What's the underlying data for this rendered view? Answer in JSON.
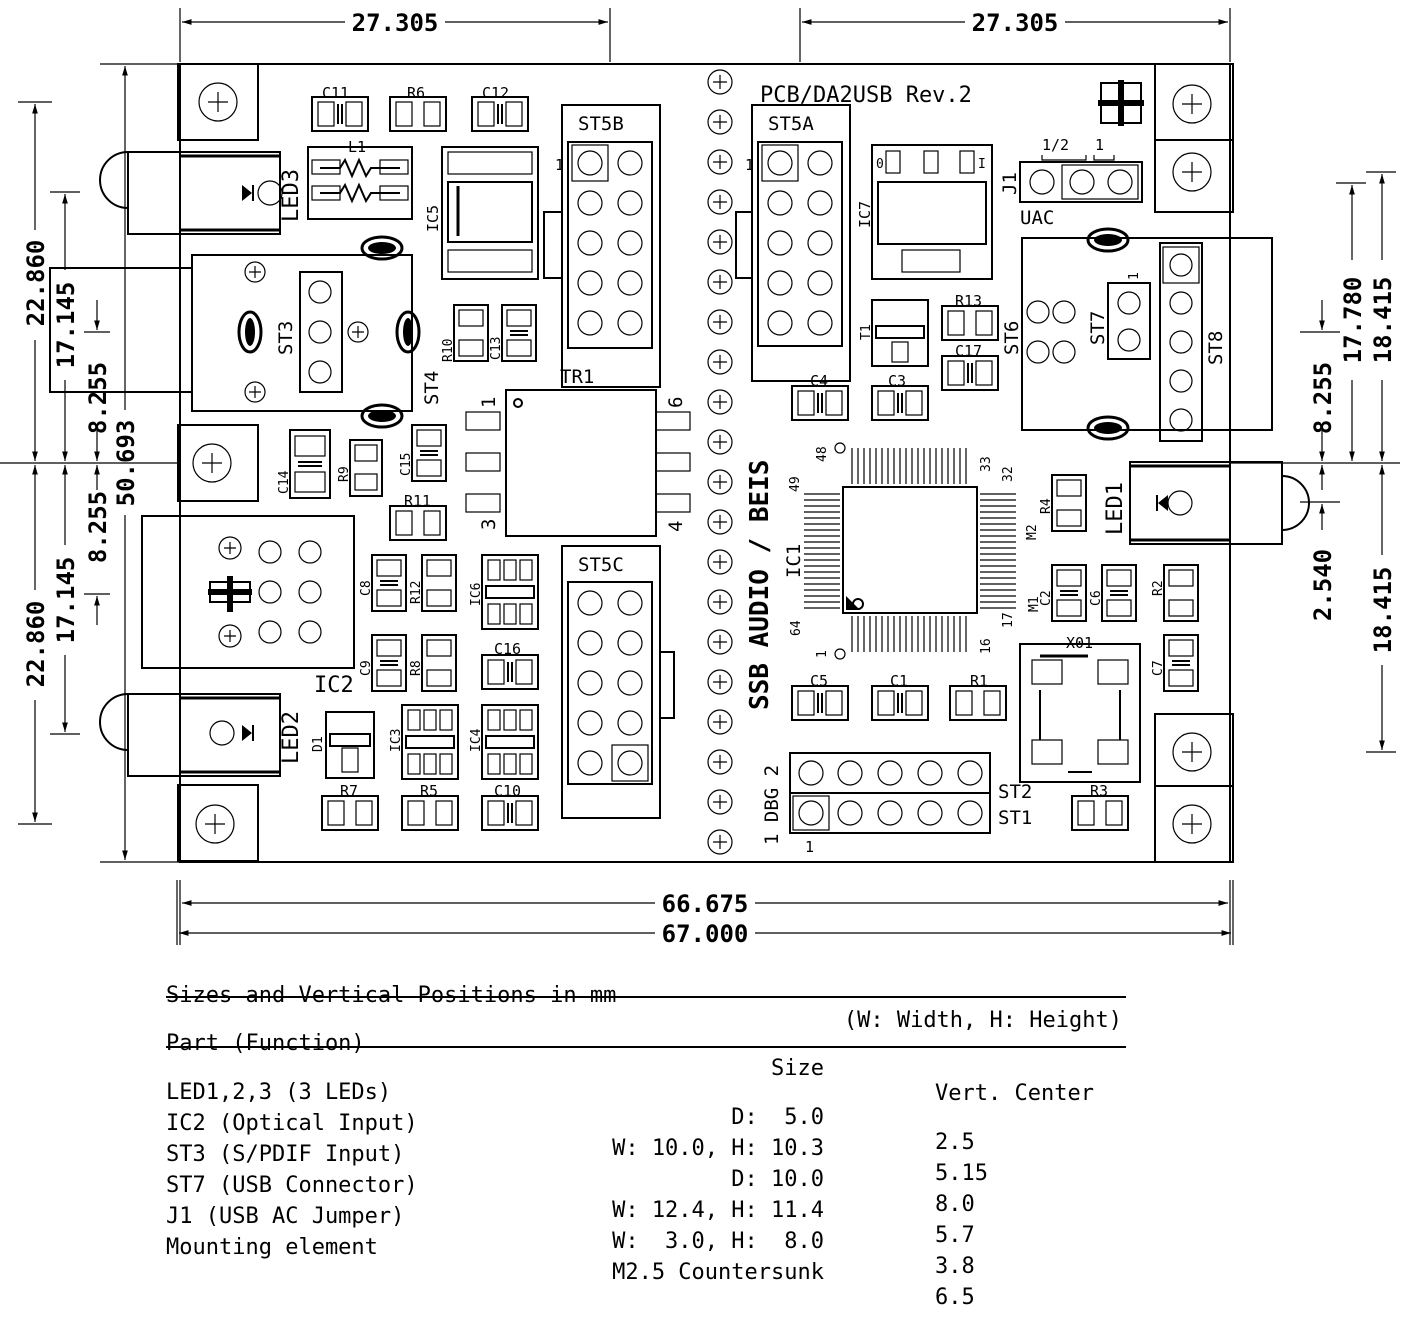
{
  "board": {
    "revision": "PCB/DA2USB  Rev.2",
    "brand": "SSB AUDIO / BEIS",
    "dbg_label": "1 DBG 2",
    "pin1": "1"
  },
  "dimensions": {
    "top_left": "27.305",
    "top_right": "27.305",
    "width_inner": "66.675",
    "width_outer": "67.000",
    "left_22860_top": "22.860",
    "left_17145_top": "17.145",
    "left_8255_top": "8.255",
    "left_50693": "50.693",
    "left_8255_bottom": "8.255",
    "left_17145_bottom": "17.145",
    "left_22860_bottom": "22.860",
    "right_8255": "8.255",
    "right_17780": "17.780",
    "right_18415_top": "18.415",
    "right_2540": "2.540",
    "right_18415_bottom": "18.415"
  },
  "parts": {
    "C11": "C11",
    "R6": "R6",
    "C12": "C12",
    "L1": "L1",
    "IC5": "IC5",
    "LED3": "LED3",
    "LED2": "LED2",
    "LED1": "LED1",
    "ST3": "ST3",
    "ST4": "ST4",
    "ST5A": "ST5A",
    "ST5B": "ST5B",
    "ST5C": "ST5C",
    "ST6": "ST6",
    "ST7": "ST7",
    "ST8": "ST8",
    "ST1": "ST1",
    "ST2": "ST2",
    "IC1": "IC1",
    "IC2": "IC2",
    "IC3": "IC3",
    "IC4": "IC4",
    "IC6": "IC6",
    "IC7": "IC7",
    "TR1": "TR1",
    "T1": "T1",
    "J1": "J1",
    "UAC": "UAC",
    "J1_half": "1/2",
    "J1_one": "1",
    "R1": "R1",
    "R2": "R2",
    "R3": "R3",
    "R4": "R4",
    "R5": "R5",
    "R7": "R7",
    "R8": "R8",
    "R9": "R9",
    "R10": "R10",
    "R11": "R11",
    "R12": "R12",
    "R13": "R13",
    "C1": "C1",
    "C2": "C2",
    "C3": "C3",
    "C4": "C4",
    "C5": "C5",
    "C6": "C6",
    "C7": "C7",
    "C8": "C8",
    "C9": "C9",
    "C10": "C10",
    "C13": "C13",
    "C14": "C14",
    "C15": "C15",
    "C16": "C16",
    "C17": "C17",
    "D1": "D1",
    "X01": "X01",
    "M1": "M1",
    "M2": "M2",
    "tr_pin1": "1",
    "tr_pin3": "3",
    "tr_pin4": "4",
    "tr_pin6": "6",
    "ic1_48": "48",
    "ic1_49": "49",
    "ic1_33": "33",
    "ic1_32": "32",
    "ic1_64": "64",
    "ic1_1": "1",
    "ic1_16": "16",
    "ic1_17": "17"
  },
  "spec_table": {
    "title": "Sizes and Vertical Positions in mm",
    "legend": "(W: Width, H: Height)",
    "headers": {
      "part": "Part (Function)",
      "size": "Size",
      "center": "Vert. Center"
    },
    "rows": [
      {
        "part": "LED1,2,3 (3 LEDs)",
        "size": "D:  5.0",
        "center": "2.5"
      },
      {
        "part": "IC2 (Optical Input)",
        "size": "W: 10.0, H: 10.3",
        "center": "5.15"
      },
      {
        "part": "ST3 (S/PDIF Input)",
        "size": "D: 10.0",
        "center": "8.0"
      },
      {
        "part": "ST7 (USB Connector)",
        "size": "W: 12.4, H: 11.4",
        "center": "5.7"
      },
      {
        "part": "J1 (USB AC Jumper)",
        "size": "W:  3.0, H:  8.0",
        "center": "3.8"
      },
      {
        "part": "Mounting element",
        "size": "M2.5 Countersunk",
        "center": "6.5"
      }
    ]
  }
}
